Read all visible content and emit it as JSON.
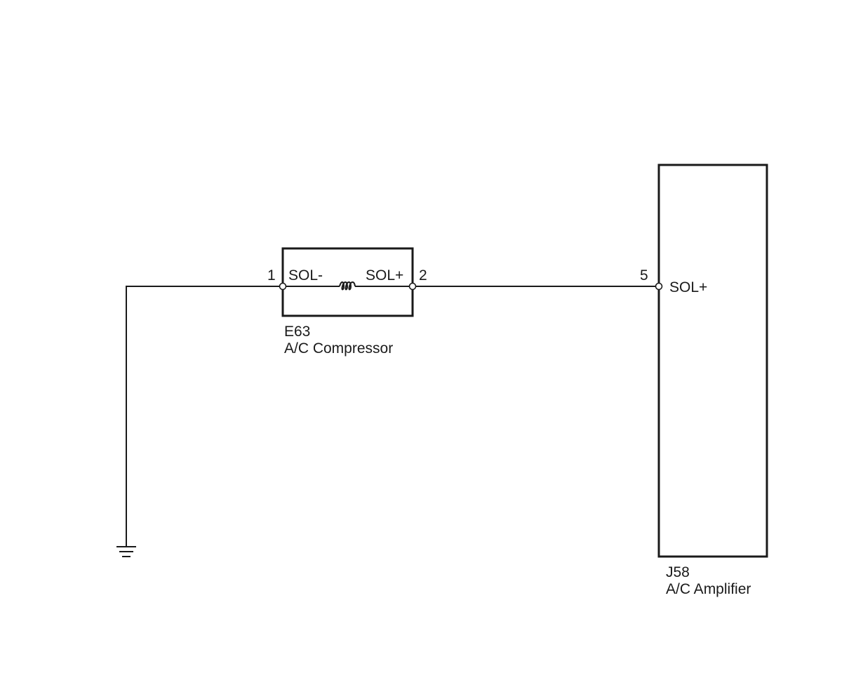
{
  "diagram": {
    "compressor": {
      "code": "E63",
      "name": "A/C Compressor",
      "pin_left": "1",
      "pin_left_label": "SOL-",
      "pin_right": "2",
      "pin_right_label": "SOL+"
    },
    "amplifier": {
      "code": "J58",
      "name": "A/C Amplifier",
      "pin": "5",
      "pin_label": "SOL+"
    }
  }
}
